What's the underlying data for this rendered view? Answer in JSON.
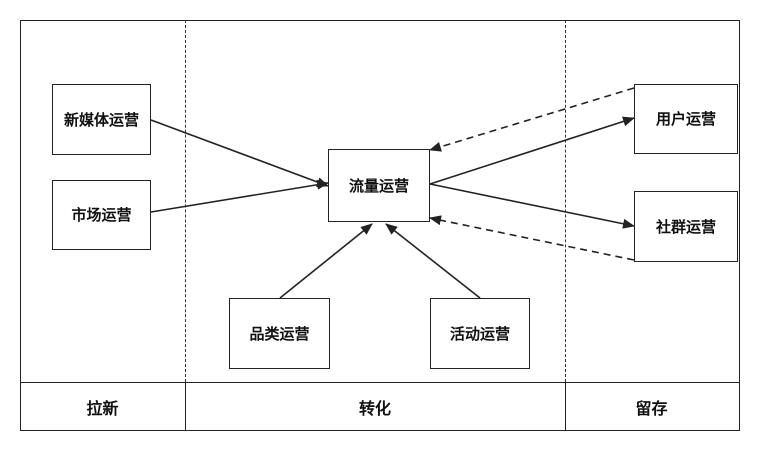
{
  "nodes": {
    "new_media": "新媒体运营",
    "market": "市场运营",
    "traffic": "流量运营",
    "category": "品类运营",
    "activity": "活动运营",
    "user": "用户运营",
    "community": "社群运营"
  },
  "stages": {
    "acquisition": "拉新",
    "conversion": "转化",
    "retention": "留存"
  },
  "colors": {
    "line": "#222222",
    "background": "#ffffff"
  }
}
